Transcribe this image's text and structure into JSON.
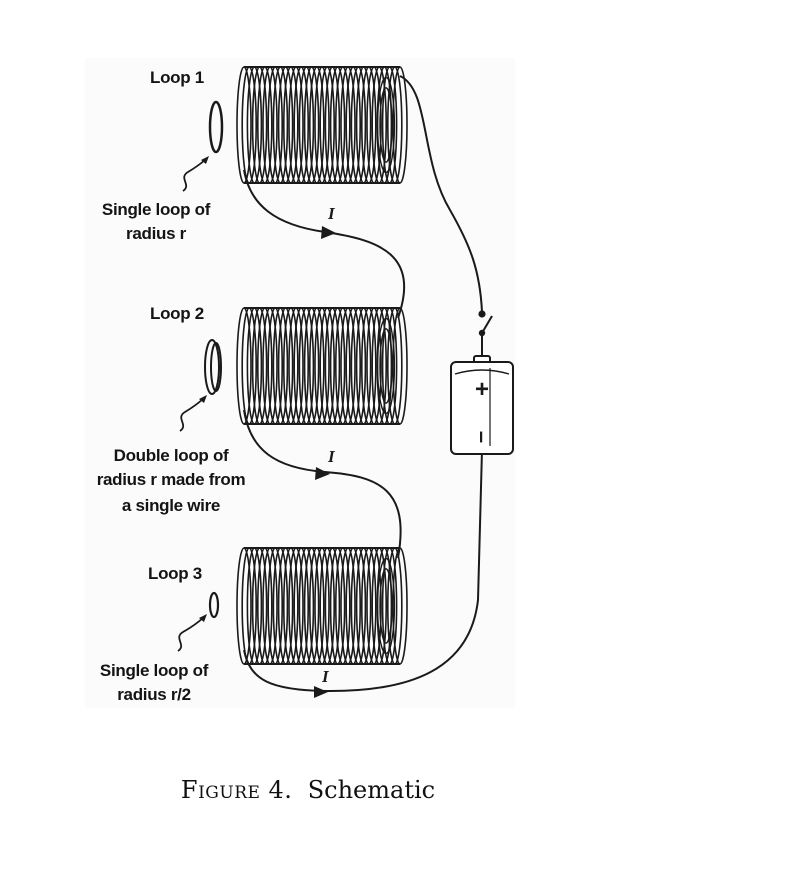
{
  "labels": {
    "loop1_title": "Loop 1",
    "loop1_desc_line1": "Single loop of",
    "loop1_desc_line2": "radius r",
    "loop2_title": "Loop 2",
    "loop2_desc_line1": "Double loop of",
    "loop2_desc_line2": "radius r made from",
    "loop2_desc_line3": "a single wire",
    "loop3_title": "Loop 3",
    "loop3_desc_line1": "Single loop of",
    "loop3_desc_line2": "radius r/2",
    "current_1": "I",
    "current_2": "I",
    "current_3": "I",
    "battery_plus": "+",
    "battery_minus": "–"
  },
  "caption": {
    "label": "Figure 4.",
    "text": "Schematic"
  },
  "colors": {
    "ink": "#1a1a1a",
    "coil_fill": "#ffffff",
    "background": "#ffffff"
  }
}
